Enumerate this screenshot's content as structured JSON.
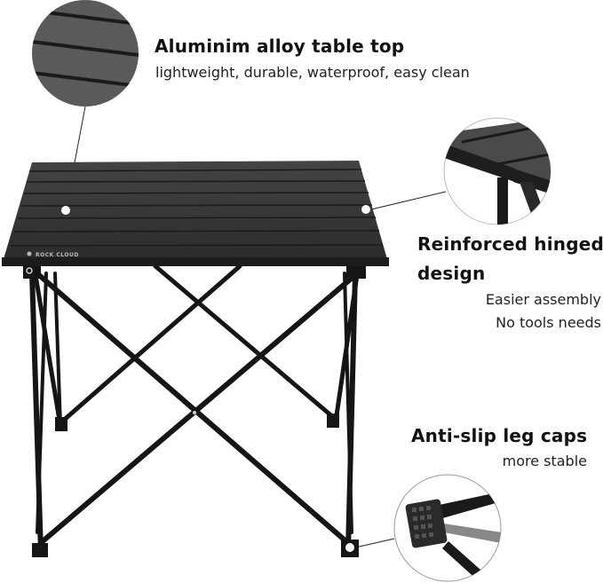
{
  "features": [
    {
      "title": "Aluminim alloy table top",
      "lines": [
        "lightweight, durable, waterproof, easy clean"
      ],
      "icon": "table-top-detail-icon"
    },
    {
      "title_lines": [
        "Reinforced hinged",
        "design"
      ],
      "lines": [
        "Easier assembly",
        "No tools needs"
      ],
      "icon": "hinge-detail-icon"
    },
    {
      "title": "Anti-slip leg caps",
      "lines": [
        "more stable"
      ],
      "icon": "leg-cap-detail-icon"
    }
  ],
  "product": {
    "brand_label": "ROCK CLOUD",
    "type": "folding table"
  },
  "colors": {
    "background": "#ffffff",
    "table_top": "#3a3a3a",
    "table_frame": "#151515",
    "detail_circle": "#555555",
    "text": "#111111"
  }
}
